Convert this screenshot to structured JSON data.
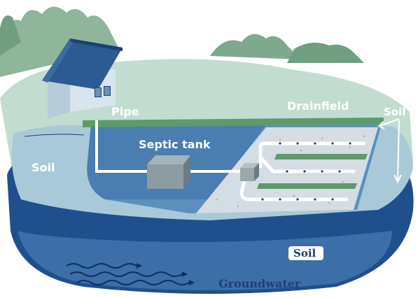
{
  "labels": {
    "pipe": "Pipe",
    "drainfield": "Drainfield",
    "soil_right": "Soil",
    "septic_tank": "Septic tank",
    "soil_left": "Soil",
    "soil_bottom": "Soil",
    "groundwater": "Groundwater"
  },
  "colors": {
    "navy": "#1d3f78",
    "deep_blue": "#1f4f8c",
    "mid_blue": "#5d8fbd",
    "pale_green": "#c2ddcf",
    "light_blue_ground": "#a9c9d9",
    "grass_green": "#5f9a6a",
    "gravel": "#d4dde3"
  }
}
